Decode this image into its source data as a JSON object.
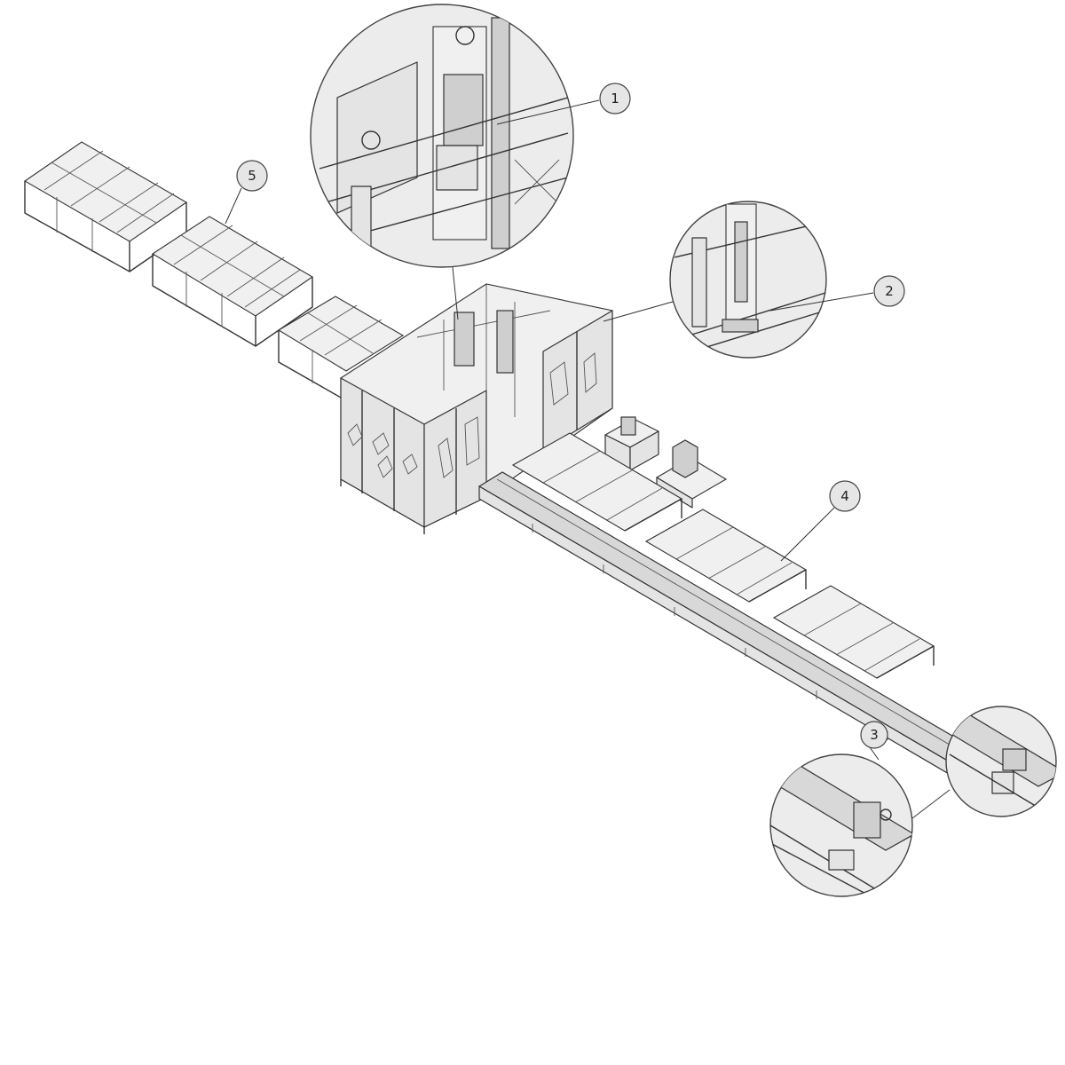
{
  "drawing": {
    "callouts": [
      {
        "id": "callout-1",
        "label": "1"
      },
      {
        "id": "callout-2",
        "label": "2"
      },
      {
        "id": "callout-3",
        "label": "3"
      },
      {
        "id": "callout-4",
        "label": "4"
      },
      {
        "id": "callout-5",
        "label": "5"
      }
    ]
  }
}
